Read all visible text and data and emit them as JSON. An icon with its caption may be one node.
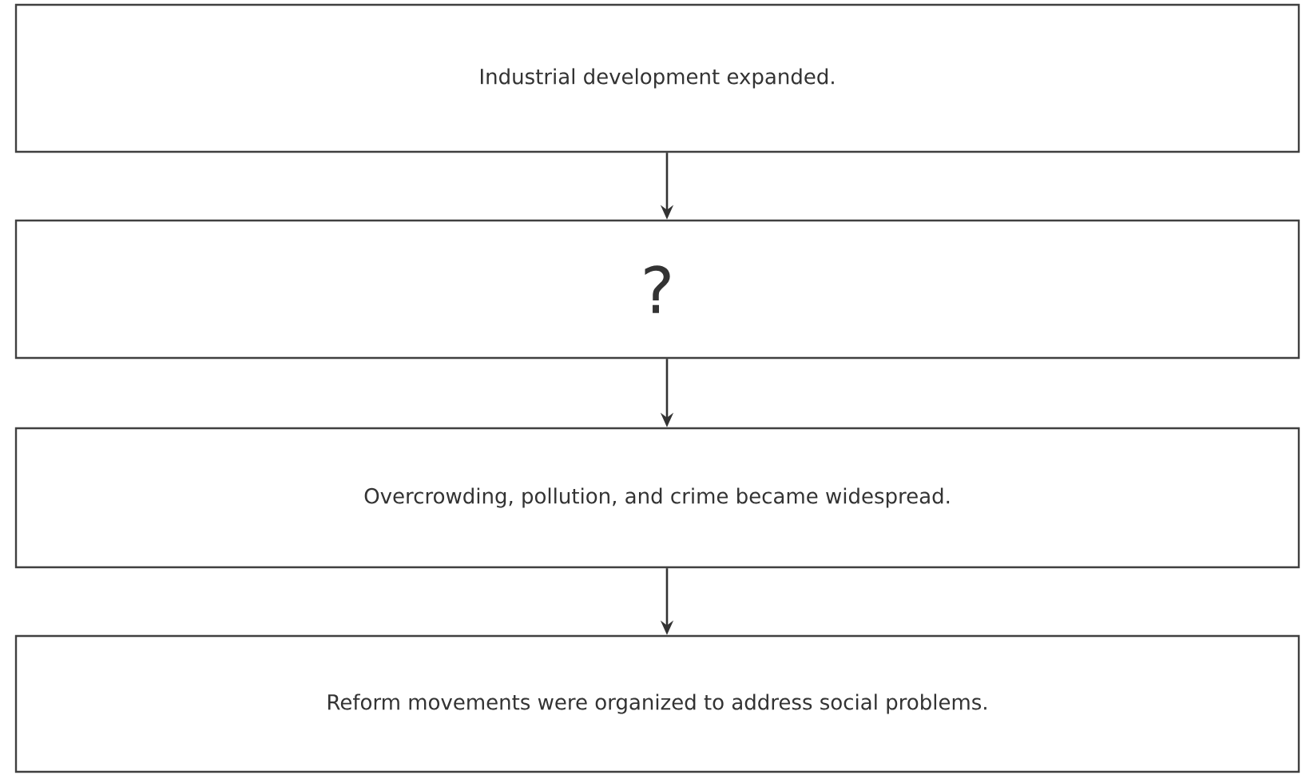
{
  "diagram": {
    "nodes": [
      {
        "text": [
          "Industrial development expanded."
        ]
      },
      {
        "text": [
          "?"
        ]
      },
      {
        "text": [
          "Overcrowding, pollution, and crime became widespread."
        ]
      },
      {
        "text": [
          "Reform movements were organized to address social problems."
        ]
      }
    ],
    "edges": [
      {
        "from": 0,
        "to": 1,
        "arrow": "to"
      },
      {
        "from": 1,
        "to": 2,
        "arrow": "to"
      },
      {
        "from": 2,
        "to": 3,
        "arrow": "to"
      }
    ]
  }
}
